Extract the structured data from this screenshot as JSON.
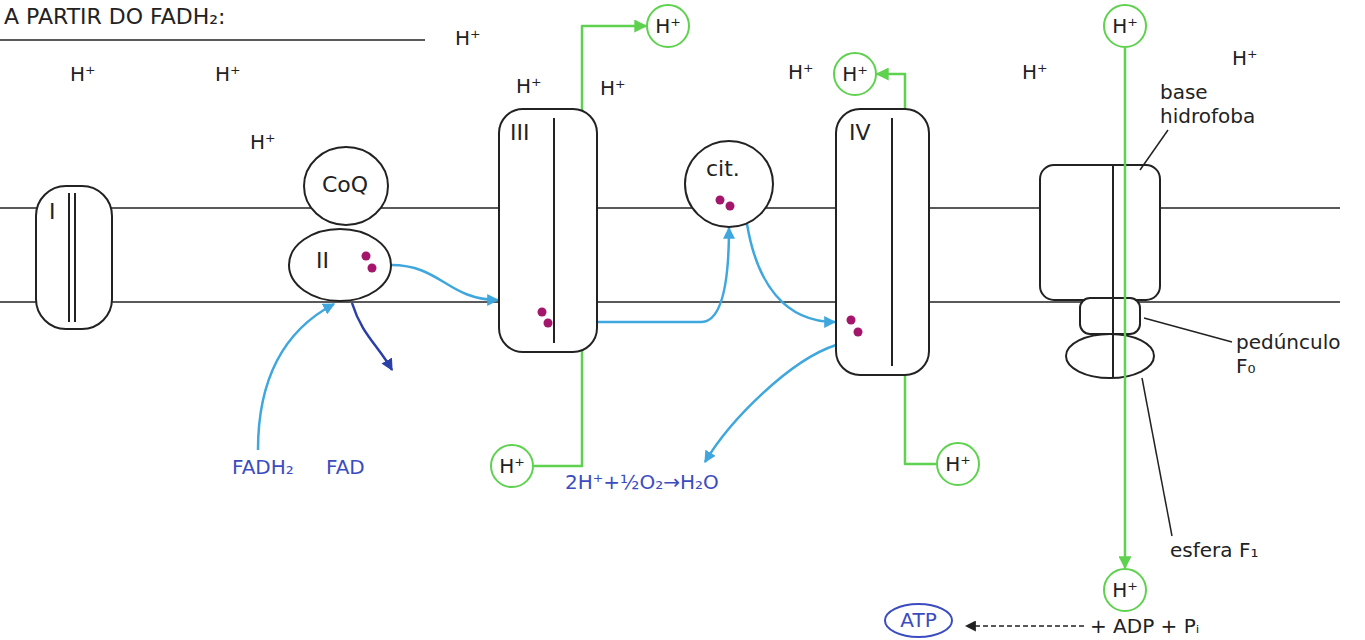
{
  "diagram": {
    "title": "A PARTIR DO FADH₂:",
    "nodes": [
      {
        "text": [
          "I"
        ]
      },
      {
        "text": [
          "CoQ"
        ]
      },
      {
        "text": [
          "II"
        ]
      },
      {
        "text": [
          "III"
        ]
      },
      {
        "text": [
          "cit."
        ]
      },
      {
        "text": [
          "IV"
        ]
      },
      {
        "text": [
          "H⁺"
        ]
      },
      {
        "text": [
          "H⁺"
        ]
      },
      {
        "text": [
          "H⁺"
        ]
      },
      {
        "text": [
          "H⁺"
        ]
      },
      {
        "text": [
          "H⁺"
        ]
      },
      {
        "text": [
          "H⁺"
        ]
      },
      {
        "text": [
          "ATP"
        ]
      }
    ],
    "edges": [
      {
        "from": 2,
        "to": 3,
        "arrow": "to"
      },
      {
        "from": 3,
        "to": 4,
        "arrow": "to"
      },
      {
        "from": 4,
        "to": 5,
        "arrow": "to"
      },
      {
        "from": 9,
        "to": 6,
        "arrow": "to"
      },
      {
        "from": 10,
        "to": 7,
        "arrow": "to"
      },
      {
        "from": 8,
        "to": 11,
        "arrow": "to"
      }
    ],
    "labels": [
      "H⁺",
      "H⁺",
      "H⁺",
      "H⁺",
      "H⁺",
      "H⁺",
      "H⁺",
      "H⁺",
      "H⁺",
      "base hidrofoba",
      "pedúnculo F₀",
      "esfera F₁",
      "FADH₂",
      "FAD",
      "2H⁺+½O₂→H₂O",
      "+ ADP + Pᵢ"
    ]
  }
}
